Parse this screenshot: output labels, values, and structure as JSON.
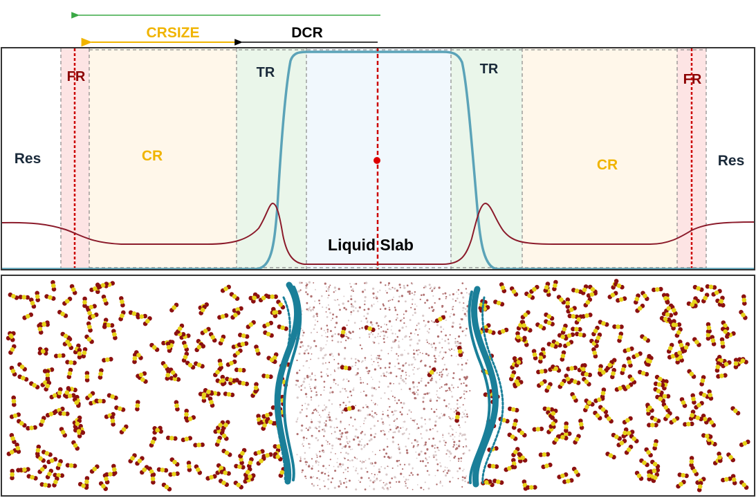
{
  "labels": {
    "crsize": "CRSIZE",
    "dcr": "DCR",
    "fr_left": "FR",
    "fr_right": "FR",
    "tr_left": "TR",
    "tr_right": "TR",
    "res_left": "Res",
    "res_right": "Res",
    "cr_left": "CR",
    "cr_right": "CR",
    "liquid_slab": "Liquid Slab"
  },
  "colors": {
    "frame": "#333333",
    "fr_fill": "#fde4e4",
    "cr_fill": "#fff7ea",
    "tr_fill": "#eaf6ea",
    "slab_fill": "#f1f8fd",
    "crsize": "#f0b400",
    "cr_text": "#f0b400",
    "dcr": "#000000",
    "green_arrow": "#3aa845",
    "fr_text": "#8b0000",
    "tr_text": "#1a2a3a",
    "res_text": "#1a2a3a",
    "center_line": "#cc0000",
    "density_curve": "#5ba3b8",
    "molecule_curve": "#8b1a2a",
    "interface_surface": "#1a7f99",
    "molecule_red": "#8b1010",
    "molecule_yellow": "#e6d21a"
  },
  "icons": [
    "green-arrow-icon",
    "crsize-arrow-icon",
    "dcr-arrow-icon",
    "center-dot-icon"
  ]
}
